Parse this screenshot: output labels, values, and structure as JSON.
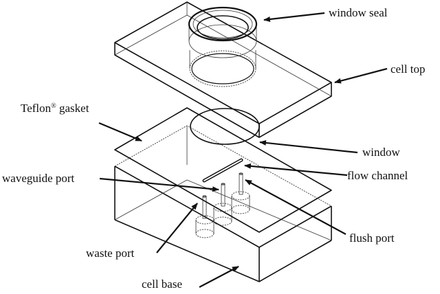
{
  "figure": {
    "description": "Exploded isometric view of a flow cell assembly",
    "components": [
      "cell top",
      "window seal",
      "window",
      "Teflon gasket",
      "flow channel",
      "cell base",
      "waveguide port",
      "flush port",
      "waste port"
    ]
  },
  "labels": {
    "window_seal": "window seal",
    "cell_top": "cell top",
    "teflon_gasket_main": "Teflon",
    "teflon_gasket_reg": "®",
    "teflon_gasket_rest": " gasket",
    "window": "window",
    "flow_channel": "flow channel",
    "waveguide_port": "waveguide port",
    "flush_port": "flush port",
    "waste_port": "waste port",
    "cell_base": "cell base"
  }
}
